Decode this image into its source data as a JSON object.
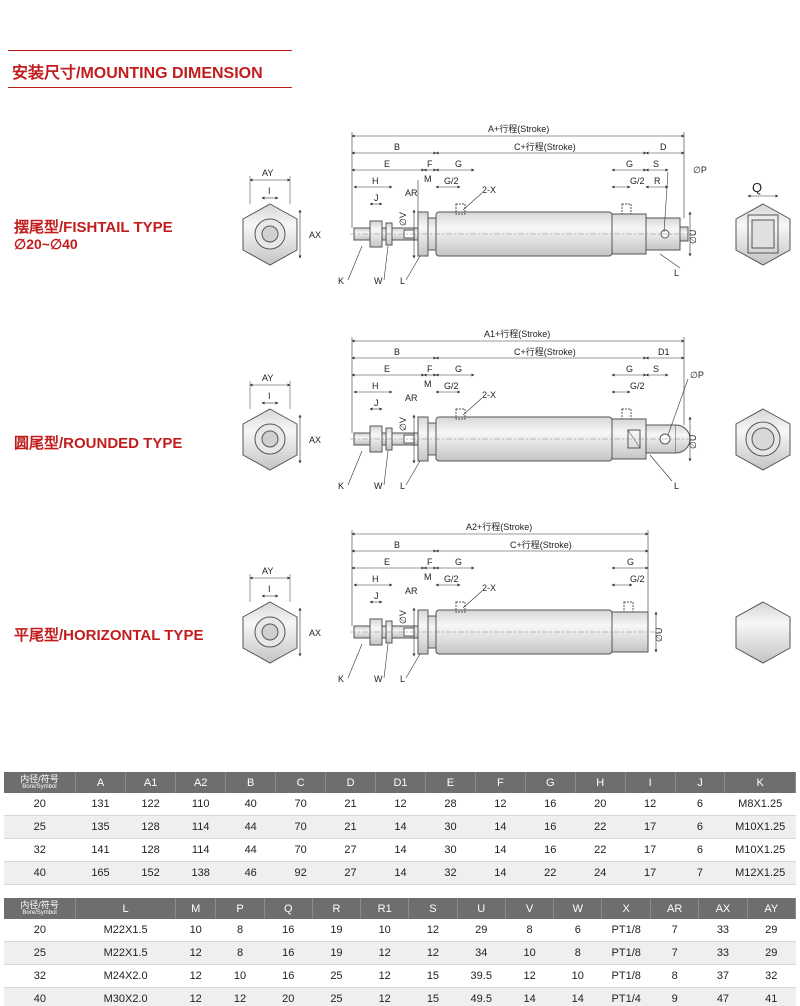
{
  "header": {
    "title": "安装尺寸/MOUNTING DIMENSION"
  },
  "types": [
    {
      "name": "摆尾型/FISHTAIL TYPE",
      "range": "∅20~∅40"
    },
    {
      "name": "圆尾型/ROUNDED TYPE"
    },
    {
      "name": "平尾型/HORIZONTAL TYPE"
    }
  ],
  "drawing_labels": {
    "a_stroke": "A+行程(Stroke)",
    "a1_stroke": "A1+行程(Stroke)",
    "a2_stroke": "A2+行程(Stroke)",
    "c_stroke": "C+行程(Stroke)",
    "B": "B",
    "E": "E",
    "F": "F",
    "G": "G",
    "G2": "G/2",
    "H": "H",
    "J": "J",
    "M": "M",
    "AR": "AR",
    "AY": "AY",
    "AX": "AX",
    "I": "I",
    "K": "K",
    "W": "W",
    "L": "L",
    "D": "D",
    "D1": "D1",
    "S": "S",
    "R": "R",
    "P": "∅P",
    "U": "∅U",
    "V": "∅V",
    "X": "2-X",
    "Q": "Q"
  },
  "table1": {
    "corner_top": "内径/符号",
    "corner_bottom": "Bore/Symbol",
    "headers": [
      "A",
      "A1",
      "A2",
      "B",
      "C",
      "D",
      "D1",
      "E",
      "F",
      "G",
      "H",
      "I",
      "J",
      "K"
    ],
    "rows": [
      [
        "20",
        "131",
        "122",
        "110",
        "40",
        "70",
        "21",
        "12",
        "28",
        "12",
        "16",
        "20",
        "12",
        "6",
        "M8X1.25"
      ],
      [
        "25",
        "135",
        "128",
        "114",
        "44",
        "70",
        "21",
        "14",
        "30",
        "14",
        "16",
        "22",
        "17",
        "6",
        "M10X1.25"
      ],
      [
        "32",
        "141",
        "128",
        "114",
        "44",
        "70",
        "27",
        "14",
        "30",
        "14",
        "16",
        "22",
        "17",
        "6",
        "M10X1.25"
      ],
      [
        "40",
        "165",
        "152",
        "138",
        "46",
        "92",
        "27",
        "14",
        "32",
        "14",
        "22",
        "24",
        "17",
        "7",
        "M12X1.25"
      ]
    ]
  },
  "table2": {
    "corner_top": "内径/符号",
    "corner_bottom": "Bore/Symbol",
    "headers": [
      "L",
      "M",
      "P",
      "Q",
      "R",
      "R1",
      "S",
      "U",
      "V",
      "W",
      "X",
      "AR",
      "AX",
      "AY"
    ],
    "rows": [
      [
        "20",
        "M22X1.5",
        "10",
        "8",
        "16",
        "19",
        "10",
        "12",
        "29",
        "8",
        "6",
        "PT1/8",
        "7",
        "33",
        "29"
      ],
      [
        "25",
        "M22X1.5",
        "12",
        "8",
        "16",
        "19",
        "12",
        "12",
        "34",
        "10",
        "8",
        "PT1/8",
        "7",
        "33",
        "29"
      ],
      [
        "32",
        "M24X2.0",
        "12",
        "10",
        "16",
        "25",
        "12",
        "15",
        "39.5",
        "12",
        "10",
        "PT1/8",
        "8",
        "37",
        "32"
      ],
      [
        "40",
        "M30X2.0",
        "12",
        "12",
        "20",
        "25",
        "12",
        "15",
        "49.5",
        "14",
        "14",
        "PT1/4",
        "9",
        "47",
        "41"
      ]
    ]
  }
}
